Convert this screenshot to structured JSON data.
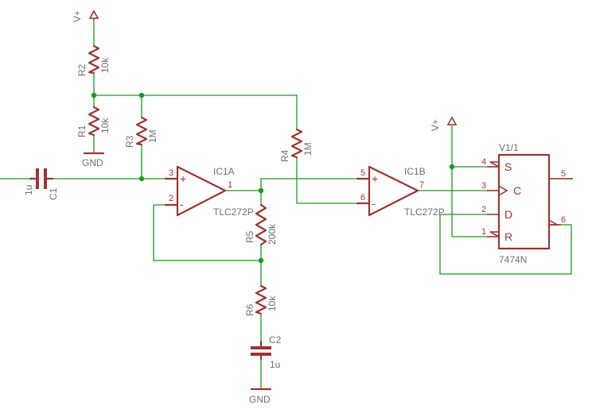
{
  "supply": {
    "vplus_label": "V+",
    "gnd_label": "GND"
  },
  "resistors": {
    "r1": {
      "name": "R1",
      "value": "10k"
    },
    "r2": {
      "name": "R2",
      "value": "10k"
    },
    "r3": {
      "name": "R3",
      "value": "1M"
    },
    "r4": {
      "name": "R4",
      "value": "1M"
    },
    "r5": {
      "name": "R5",
      "value": "200k"
    },
    "r6": {
      "name": "R6",
      "value": "10k"
    }
  },
  "capacitors": {
    "c1": {
      "name": "C1",
      "value": "1u"
    },
    "c2": {
      "name": "C2",
      "value": "1u"
    }
  },
  "opamps": {
    "ic1a": {
      "name": "IC1A",
      "part": "TLC272P",
      "pin_plus": "3",
      "pin_minus": "2",
      "pin_out": "1"
    },
    "ic1b": {
      "name": "IC1B",
      "part": "TLC272P",
      "pin_plus": "5",
      "pin_minus": "6",
      "pin_out": "7"
    }
  },
  "flipflop": {
    "name": "V1/1",
    "part": "7474N",
    "pins": {
      "s": "S",
      "c": "C",
      "d": "D",
      "r": "R"
    },
    "pin_numbers": {
      "s": "4",
      "c": "3",
      "d": "2",
      "r": "1",
      "q": "5",
      "qbar": "6"
    }
  },
  "colors": {
    "wire": "#1a9a1a",
    "part": "#9b3434",
    "label": "#707070"
  }
}
